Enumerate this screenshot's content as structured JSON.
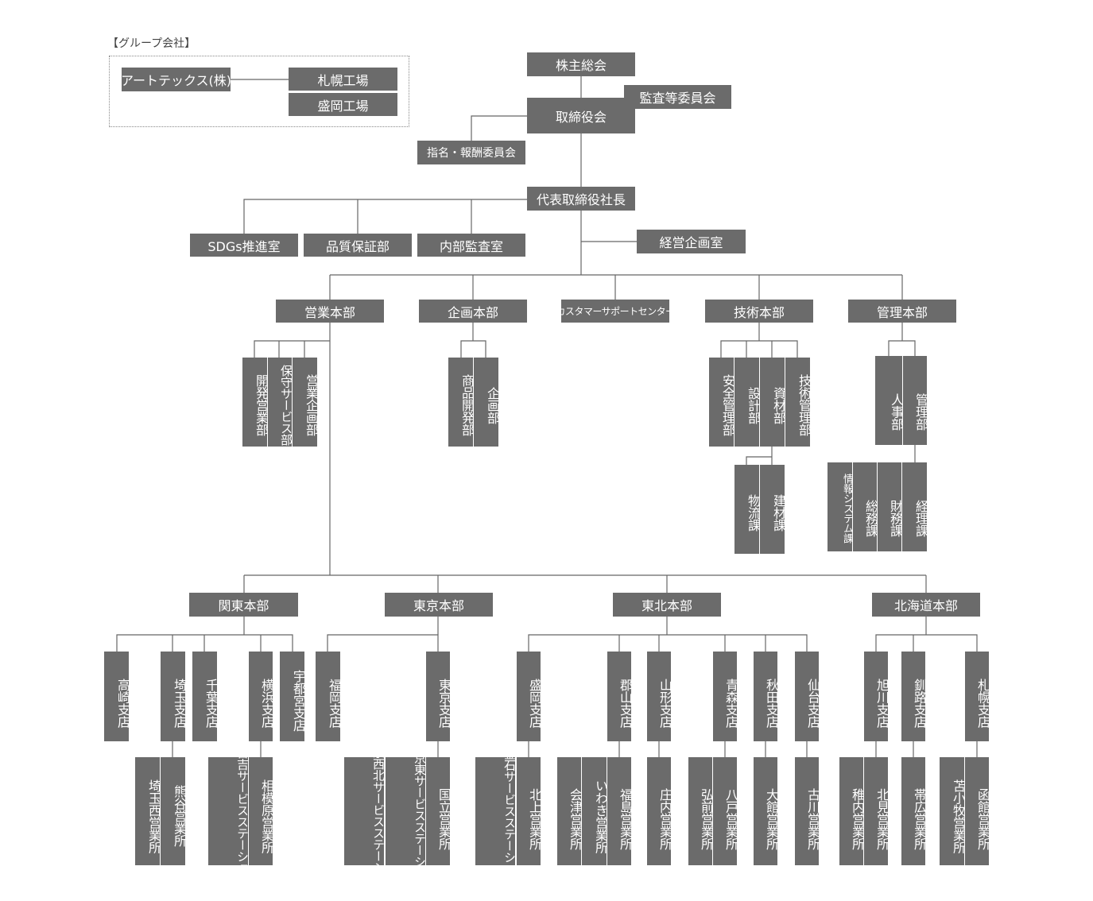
{
  "group": {
    "label": "【グループ会社】",
    "company": "アートテックス(株)",
    "plants": [
      "札幌工場",
      "盛岡工場"
    ]
  },
  "top": {
    "shareholders": "株主総会",
    "board": "取締役会",
    "audit_committee": "監査等委員会",
    "nomination_committee": "指名・報酬委員会",
    "president": "代表取締役社長",
    "sdgs": "SDGs推進室",
    "quality": "品質保証部",
    "internal_audit": "内部監査室",
    "planning_office": "経営企画室"
  },
  "divisions": {
    "sales": "営業本部",
    "planning": "企画本部",
    "customer_support": "カスタマーサポートセンター",
    "technical": "技術本部",
    "admin": "管理本部"
  },
  "departments": {
    "sales": [
      "開発営業部",
      "保守サービス部",
      "営業企画部"
    ],
    "planning": [
      "商品開発部",
      "企画部"
    ],
    "technical": [
      "安全管理部",
      "設計部",
      "資材部",
      "技術管理部"
    ],
    "materials_sections": [
      "物流課",
      "建材課"
    ],
    "admin": [
      "人事部",
      "管理部"
    ],
    "admin_sections": [
      "情報システム課",
      "総務課",
      "財務課",
      "経理課"
    ]
  },
  "regions": {
    "kanto": {
      "name": "関東本部",
      "branches": [
        "高崎支店",
        "埼玉支店",
        "千葉支店",
        "横浜支店",
        "宇都宮支店"
      ],
      "saitama_offices": [
        "埼玉西営業所",
        "熊谷営業所"
      ],
      "yokohama_offices": [
        "日吉サービスステーション",
        "相模原営業所"
      ]
    },
    "tokyo": {
      "name": "東京本部",
      "branches": [
        "福岡支店",
        "東京支店"
      ],
      "tokyo_offices": [
        "東京西北サービスステーション",
        "東京東サービスステーション",
        "国立営業所"
      ]
    },
    "tohoku": {
      "name": "東北本部",
      "branches": [
        "盛岡支店",
        "郡山支店",
        "山形支店",
        "青森支店",
        "秋田支店",
        "仙台支店"
      ],
      "morioka_offices": [
        "釜石サービスステーション",
        "北上営業所"
      ],
      "koriyama_offices": [
        "会津営業所",
        "いわき営業所",
        "福島営業所"
      ],
      "yamagata_offices": [
        "庄内営業所"
      ],
      "aomori_offices": [
        "弘前営業所",
        "八戸営業所"
      ],
      "akita_offices": [
        "大館営業所"
      ],
      "sendai_offices": [
        "古川営業所"
      ]
    },
    "hokkaido": {
      "name": "北海道本部",
      "branches": [
        "旭川支店",
        "釧路支店",
        "札幌支店"
      ],
      "asahikawa_offices": [
        "稚内営業所",
        "北見営業所"
      ],
      "kushiro_offices": [
        "帯広営業所"
      ],
      "sapporo_offices": [
        "苫小牧営業所",
        "函館営業所"
      ]
    }
  },
  "colors": {
    "box": "#6b6b6b",
    "line": "#666666",
    "text": "#ffffff"
  }
}
